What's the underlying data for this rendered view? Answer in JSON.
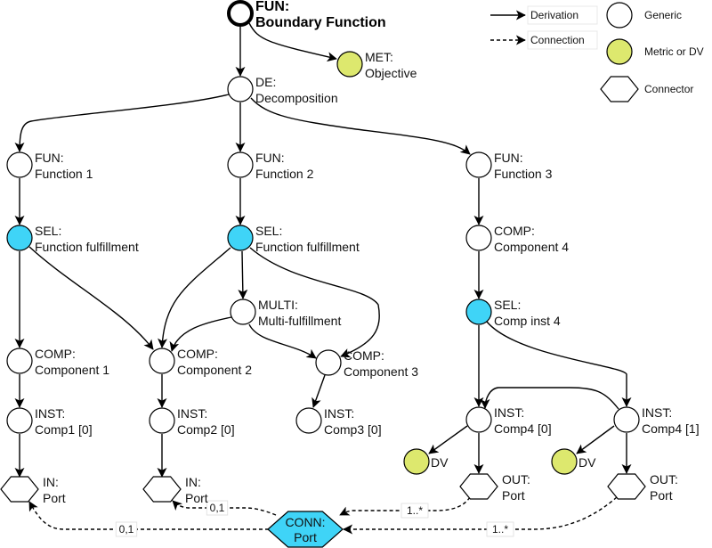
{
  "legend": {
    "edges": [
      {
        "label": "Derivation",
        "style": "solid"
      },
      {
        "label": "Connection",
        "style": "dashed"
      }
    ],
    "shapes": [
      {
        "label": "Generic",
        "shape": "circle",
        "color": "#ffffff"
      },
      {
        "label": "Metric or DV",
        "shape": "circle",
        "color": "#dde86e"
      },
      {
        "label": "Connector",
        "shape": "hexagon",
        "color": "#ffffff"
      }
    ]
  },
  "colors": {
    "generic": "#ffffff",
    "metric": "#dde86e",
    "selection": "#3fd4f7",
    "connector": "#ffffff",
    "stroke": "#000000"
  },
  "nodes": [
    {
      "id": "boundary",
      "line1": "FUN:",
      "line2": "Boundary Function",
      "shape": "circle",
      "kind": "boundary"
    },
    {
      "id": "objective",
      "line1": "MET:",
      "line2": "Objective",
      "shape": "circle",
      "kind": "metric"
    },
    {
      "id": "decomp",
      "line1": "DE:",
      "line2": "Decomposition",
      "shape": "circle",
      "kind": "generic"
    },
    {
      "id": "f1",
      "line1": "FUN:",
      "line2": "Function 1",
      "shape": "circle",
      "kind": "generic"
    },
    {
      "id": "f2",
      "line1": "FUN:",
      "line2": "Function 2",
      "shape": "circle",
      "kind": "generic"
    },
    {
      "id": "f3",
      "line1": "FUN:",
      "line2": "Function 3",
      "shape": "circle",
      "kind": "generic"
    },
    {
      "id": "sel1",
      "line1": "SEL:",
      "line2": "Function fulfillment",
      "shape": "circle",
      "kind": "selection"
    },
    {
      "id": "sel2",
      "line1": "SEL:",
      "line2": "Function fulfillment",
      "shape": "circle",
      "kind": "selection"
    },
    {
      "id": "comp4",
      "line1": "COMP:",
      "line2": "Component 4",
      "shape": "circle",
      "kind": "generic"
    },
    {
      "id": "multi",
      "line1": "MULTI:",
      "line2": "Multi-fulfillment",
      "shape": "circle",
      "kind": "generic"
    },
    {
      "id": "sel3",
      "line1": "SEL:",
      "line2": "Comp inst 4",
      "shape": "circle",
      "kind": "selection"
    },
    {
      "id": "comp1",
      "line1": "COMP:",
      "line2": "Component 1",
      "shape": "circle",
      "kind": "generic"
    },
    {
      "id": "comp2",
      "line1": "COMP:",
      "line2": "Component 2",
      "shape": "circle",
      "kind": "generic"
    },
    {
      "id": "comp3",
      "line1": "COMP:",
      "line2": "Component 3",
      "shape": "circle",
      "kind": "generic"
    },
    {
      "id": "inst1",
      "line1": "INST:",
      "line2": "Comp1 [0]",
      "shape": "circle",
      "kind": "generic"
    },
    {
      "id": "inst2",
      "line1": "INST:",
      "line2": "Comp2 [0]",
      "shape": "circle",
      "kind": "generic"
    },
    {
      "id": "inst3",
      "line1": "INST:",
      "line2": "Comp3 [0]",
      "shape": "circle",
      "kind": "generic"
    },
    {
      "id": "inst40",
      "line1": "INST:",
      "line2": "Comp4 [0]",
      "shape": "circle",
      "kind": "generic"
    },
    {
      "id": "inst41",
      "line1": "INST:",
      "line2": "Comp4 [1]",
      "shape": "circle",
      "kind": "generic"
    },
    {
      "id": "dv0",
      "line1": "DV",
      "line2": "",
      "shape": "circle",
      "kind": "metric"
    },
    {
      "id": "dv1",
      "line1": "DV",
      "line2": "",
      "shape": "circle",
      "kind": "metric"
    },
    {
      "id": "in1",
      "line1": "IN:",
      "line2": "Port",
      "shape": "hexagon",
      "kind": "connector"
    },
    {
      "id": "in2",
      "line1": "IN:",
      "line2": "Port",
      "shape": "hexagon",
      "kind": "connector"
    },
    {
      "id": "out0",
      "line1": "OUT:",
      "line2": "Port",
      "shape": "hexagon",
      "kind": "connector"
    },
    {
      "id": "out1",
      "line1": "OUT:",
      "line2": "Port",
      "shape": "hexagon",
      "kind": "connector"
    },
    {
      "id": "conn",
      "line1": "CONN:",
      "line2": "Port",
      "shape": "hexagon",
      "kind": "conn"
    }
  ],
  "edges": [
    {
      "from": "boundary",
      "to": "decomp",
      "type": "derivation"
    },
    {
      "from": "boundary",
      "to": "objective",
      "type": "derivation"
    },
    {
      "from": "decomp",
      "to": "f1",
      "type": "derivation"
    },
    {
      "from": "decomp",
      "to": "f2",
      "type": "derivation"
    },
    {
      "from": "decomp",
      "to": "f3",
      "type": "derivation"
    },
    {
      "from": "f1",
      "to": "sel1",
      "type": "derivation"
    },
    {
      "from": "f2",
      "to": "sel2",
      "type": "derivation"
    },
    {
      "from": "f3",
      "to": "comp4",
      "type": "derivation"
    },
    {
      "from": "comp4",
      "to": "sel3",
      "type": "derivation"
    },
    {
      "from": "sel1",
      "to": "comp1",
      "type": "derivation"
    },
    {
      "from": "sel1",
      "to": "comp2",
      "type": "derivation"
    },
    {
      "from": "sel2",
      "to": "comp2",
      "type": "derivation"
    },
    {
      "from": "sel2",
      "to": "multi",
      "type": "derivation"
    },
    {
      "from": "sel2",
      "to": "comp3",
      "type": "derivation"
    },
    {
      "from": "multi",
      "to": "comp2",
      "type": "derivation"
    },
    {
      "from": "multi",
      "to": "comp3",
      "type": "derivation"
    },
    {
      "from": "sel3",
      "to": "inst40",
      "type": "derivation"
    },
    {
      "from": "sel3",
      "to": "inst41",
      "type": "derivation"
    },
    {
      "from": "inst41",
      "to": "inst40",
      "type": "derivation"
    },
    {
      "from": "comp1",
      "to": "inst1",
      "type": "derivation"
    },
    {
      "from": "comp2",
      "to": "inst2",
      "type": "derivation"
    },
    {
      "from": "comp3",
      "to": "inst3",
      "type": "derivation"
    },
    {
      "from": "inst1",
      "to": "in1",
      "type": "derivation"
    },
    {
      "from": "inst2",
      "to": "in2",
      "type": "derivation"
    },
    {
      "from": "inst40",
      "to": "dv0",
      "type": "derivation"
    },
    {
      "from": "inst40",
      "to": "out0",
      "type": "derivation"
    },
    {
      "from": "inst41",
      "to": "dv1",
      "type": "derivation"
    },
    {
      "from": "inst41",
      "to": "out1",
      "type": "derivation"
    },
    {
      "from": "conn",
      "to": "in1",
      "type": "connection",
      "label": "0,1"
    },
    {
      "from": "conn",
      "to": "in2",
      "type": "connection",
      "label": "0,1"
    },
    {
      "from": "out0",
      "to": "conn",
      "type": "connection",
      "label": "1..*"
    },
    {
      "from": "out1",
      "to": "conn",
      "type": "connection",
      "label": "1..*"
    }
  ]
}
